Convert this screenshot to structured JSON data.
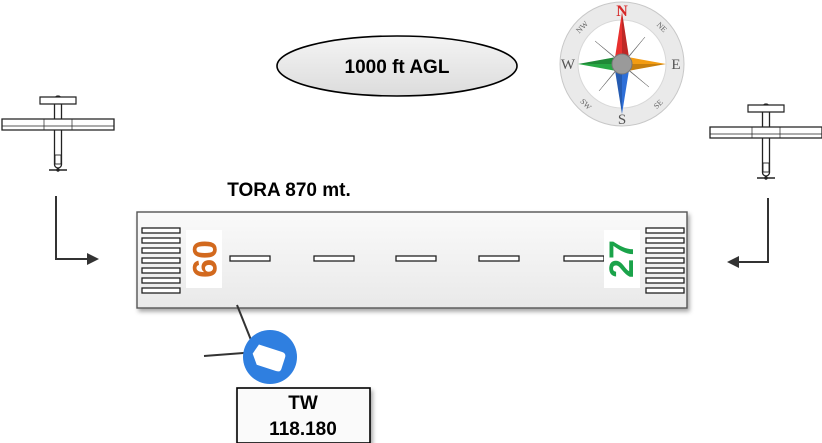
{
  "altitude": {
    "label": "1000 ft AGL"
  },
  "runway": {
    "tora_label": "TORA 870 mt.",
    "designator_west": "09",
    "designator_east": "27",
    "colors": {
      "west": "#d2691e",
      "east": "#1aa34a"
    }
  },
  "compass": {
    "cardinals": {
      "north": "N",
      "east": "E",
      "south": "S",
      "west": "W"
    },
    "intercardinals": {
      "ne": "NE",
      "se": "SE",
      "sw": "SW",
      "nw": "NW"
    },
    "colors": {
      "north": "#e8312f",
      "east": "#f39c12",
      "south": "#2e6fd8",
      "west": "#27a844"
    }
  },
  "tower": {
    "label": "TW",
    "frequency": "118.180",
    "icon_color": "#2f7fe0"
  }
}
